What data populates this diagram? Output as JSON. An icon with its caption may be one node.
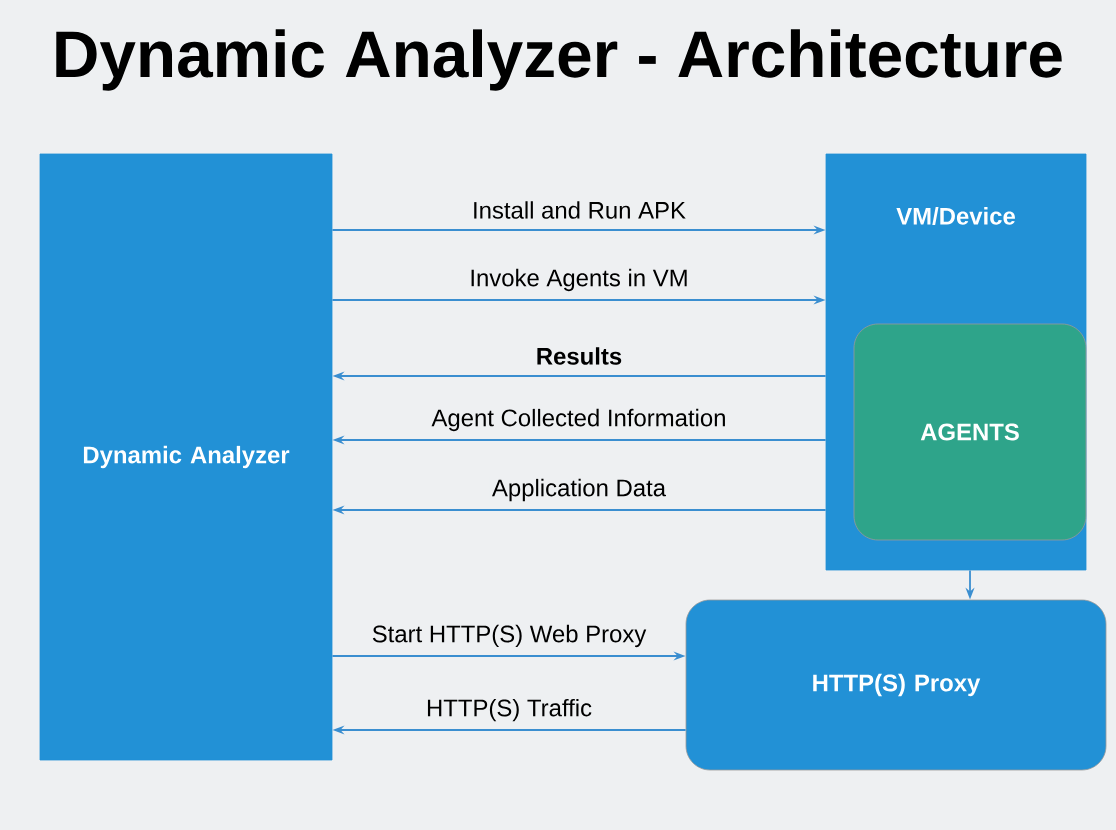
{
  "diagram": {
    "title": "Dynamic Analyzer - Architecture",
    "nodes": [
      {
        "text": [
          "Dynamic Analyzer"
        ]
      },
      {
        "text": [
          "VM/Device"
        ]
      },
      {
        "text": [
          "AGENTS"
        ],
        "in": 1
      },
      {
        "text": [
          "HTTP(S) Proxy"
        ]
      }
    ],
    "edges": [
      {
        "from": 0,
        "to": 1,
        "arrow": "to",
        "label": "Install and Run APK"
      },
      {
        "from": 0,
        "to": 1,
        "arrow": "to",
        "label": "Invoke Agents in VM"
      },
      {
        "from": 1,
        "to": 0,
        "arrow": "to",
        "label": "Results"
      },
      {
        "from": 1,
        "to": 0,
        "arrow": "to",
        "label": "Agent Collected Information"
      },
      {
        "from": 1,
        "to": 0,
        "arrow": "to",
        "label": "Application Data"
      },
      {
        "from": 1,
        "to": 3,
        "arrow": "to"
      },
      {
        "from": 0,
        "to": 3,
        "arrow": "to",
        "label": "Start HTTP(S) Web Proxy"
      },
      {
        "from": 3,
        "to": 0,
        "arrow": "to",
        "label": "HTTP(S) Traffic"
      }
    ]
  }
}
